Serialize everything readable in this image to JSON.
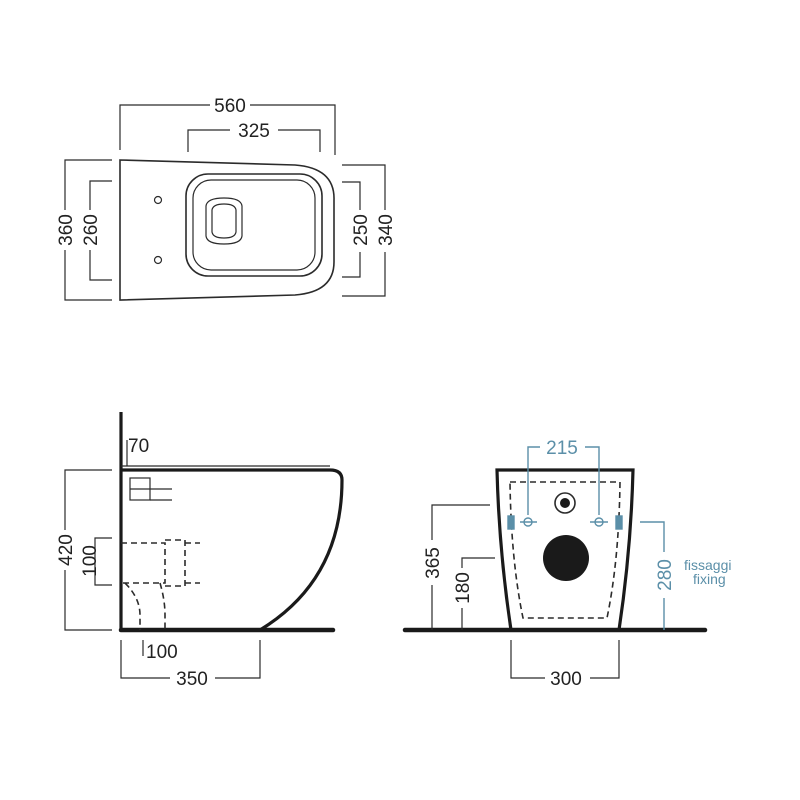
{
  "top_view": {
    "dim_overall_length": "560",
    "dim_bowl_length": "325",
    "dim_overall_width": "360",
    "dim_fixing_width": "260",
    "dim_bowl_width": "250",
    "dim_rim_width": "340"
  },
  "side_view": {
    "dim_depth": "70",
    "dim_height": "420",
    "dim_outlet_height": "100",
    "dim_outlet_offset": "100",
    "dim_base_length": "350"
  },
  "front_view": {
    "dim_fixing_spacing": "215",
    "dim_total_height": "365",
    "dim_outlet_height": "180",
    "dim_fixing_height": "280",
    "dim_base_width": "300",
    "fixing_label_it": "fissaggi",
    "fixing_label_en": "fixing"
  },
  "colors": {
    "line": "#2b2b2b",
    "fixing_accent": "#5b8fa8"
  }
}
